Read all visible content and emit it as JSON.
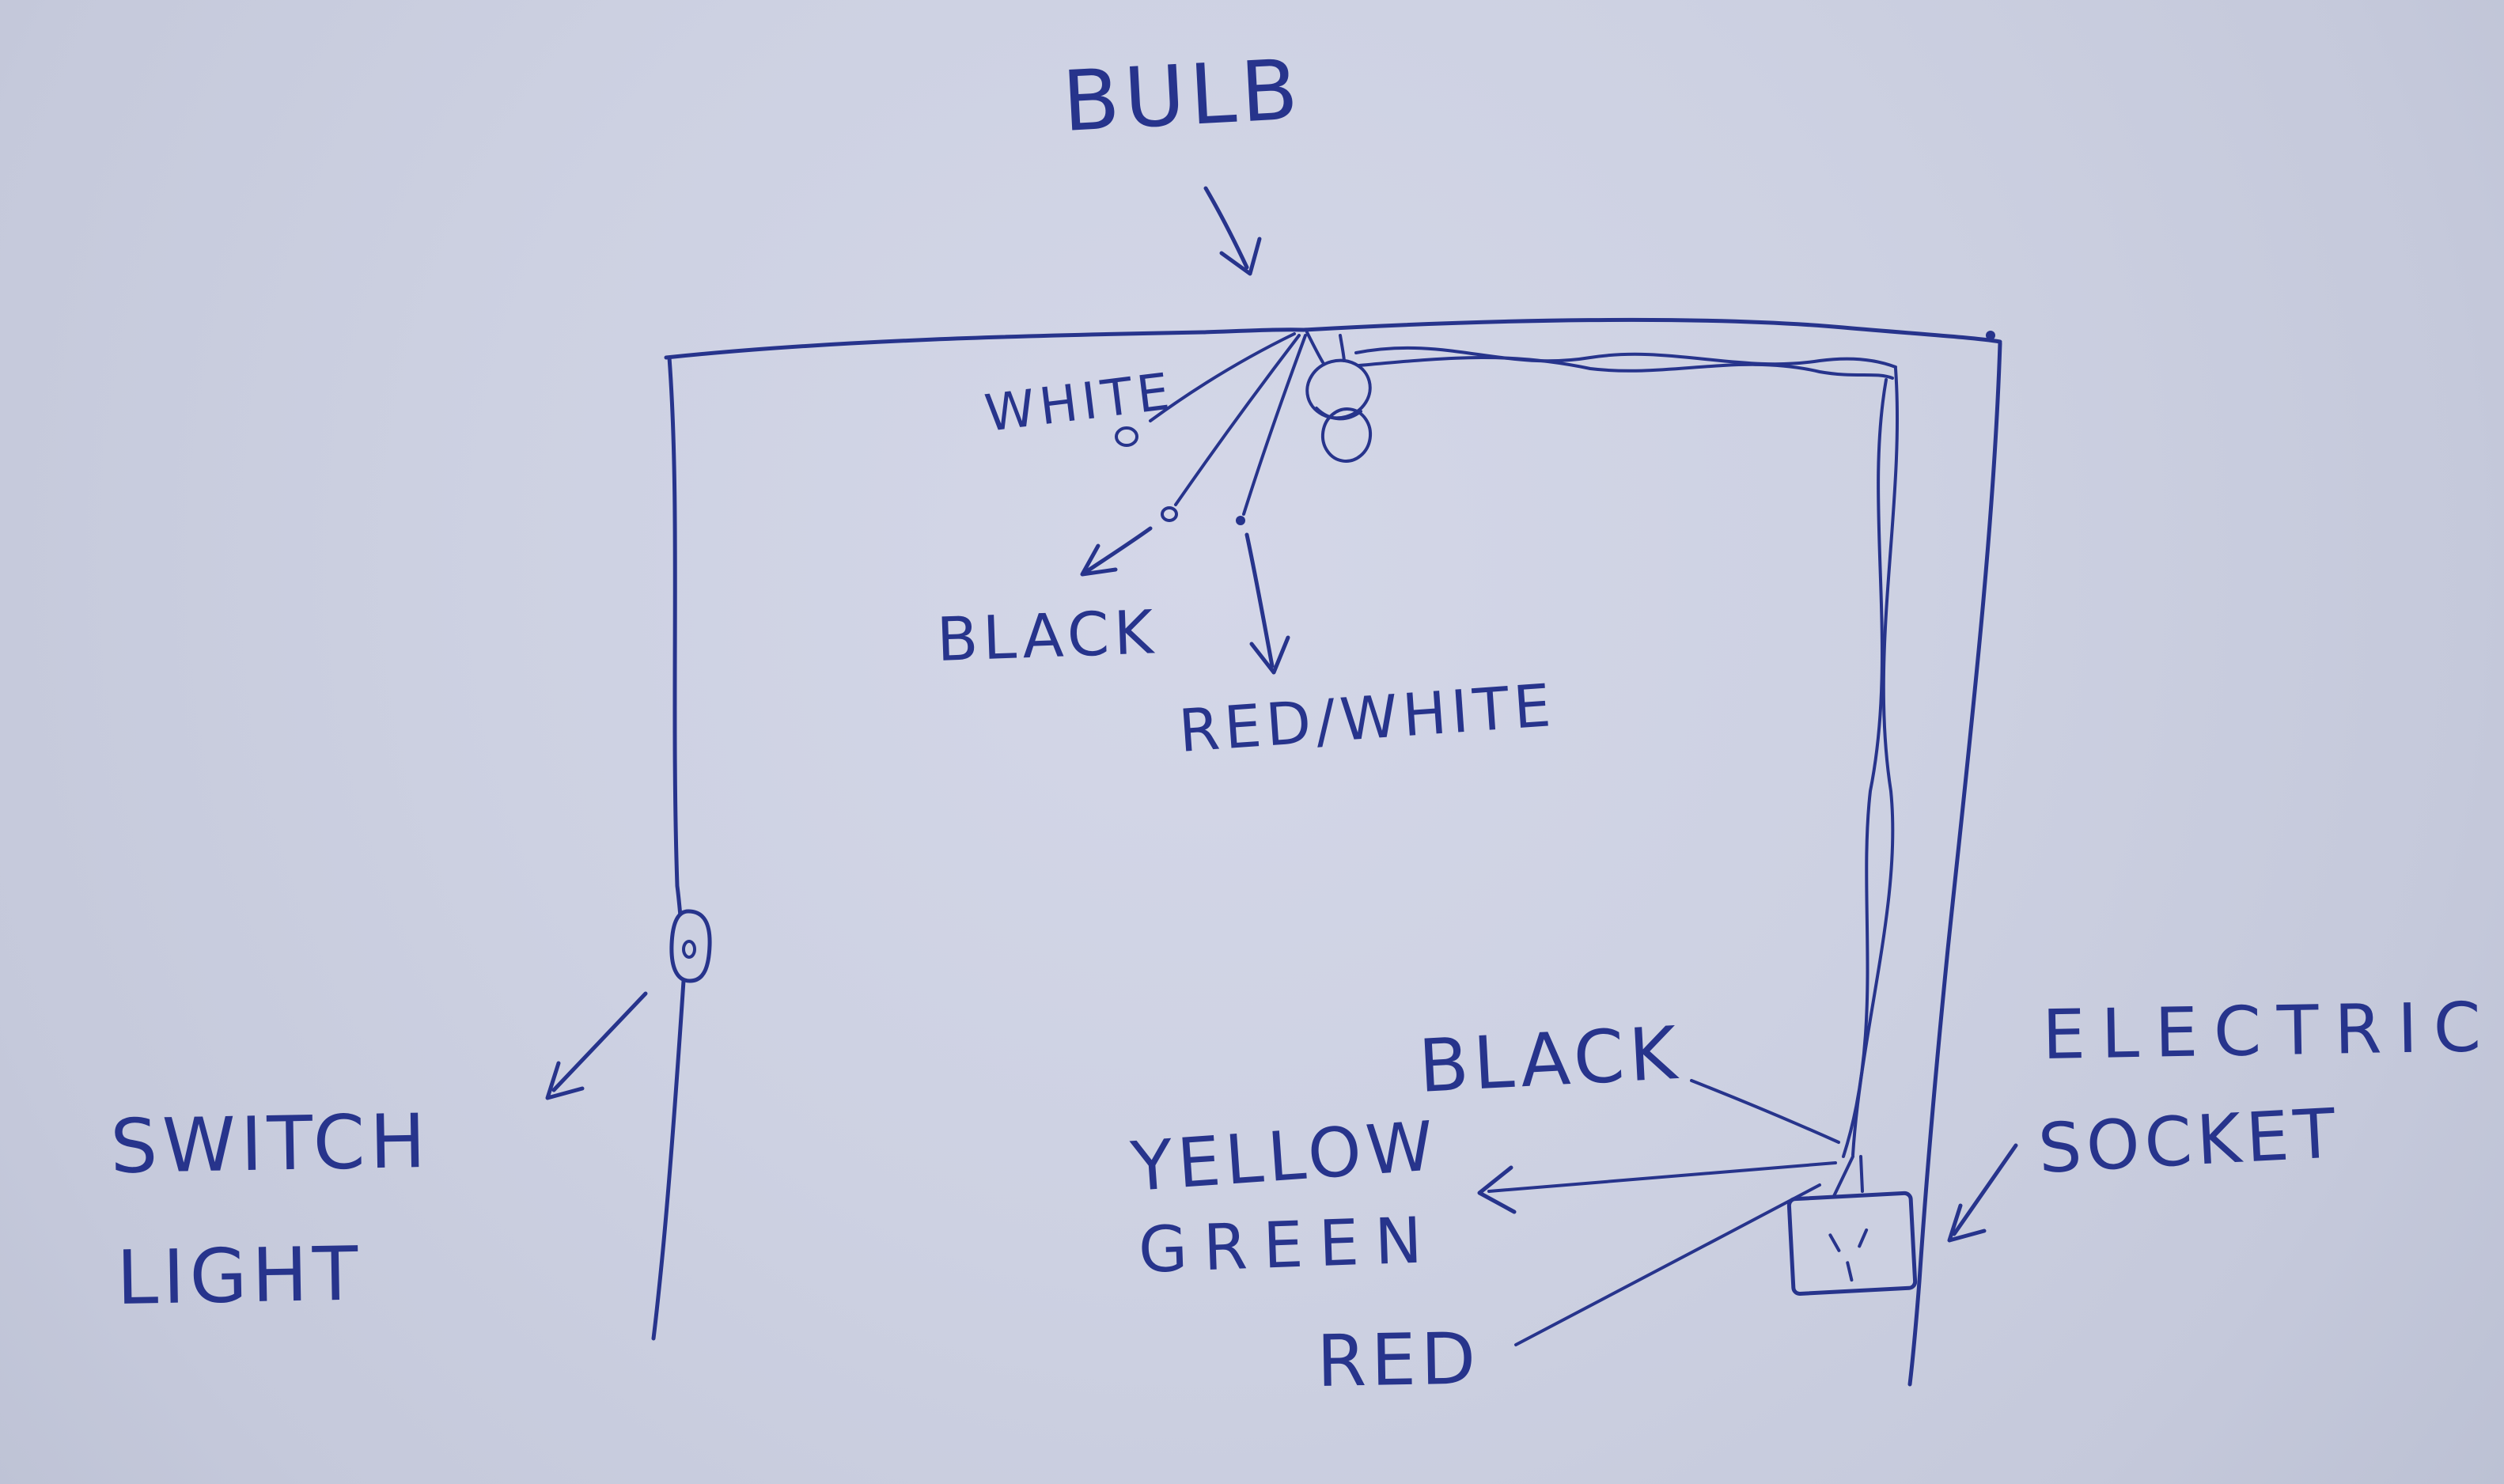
{
  "colors": {
    "ink": "#27348c",
    "paper": "#ccd0e1"
  },
  "labels": {
    "bulb": "BULB",
    "white": "WHITE",
    "black_top": "BLACK",
    "red_white": "RED/WHITE",
    "switch": "SWITCH",
    "light": "LIGHT",
    "black_bottom": "BLACK",
    "yellow": "YELLOW",
    "green": "GREEN",
    "red": "RED",
    "electric": "ELECTRIC",
    "socket": "SOCKET"
  }
}
